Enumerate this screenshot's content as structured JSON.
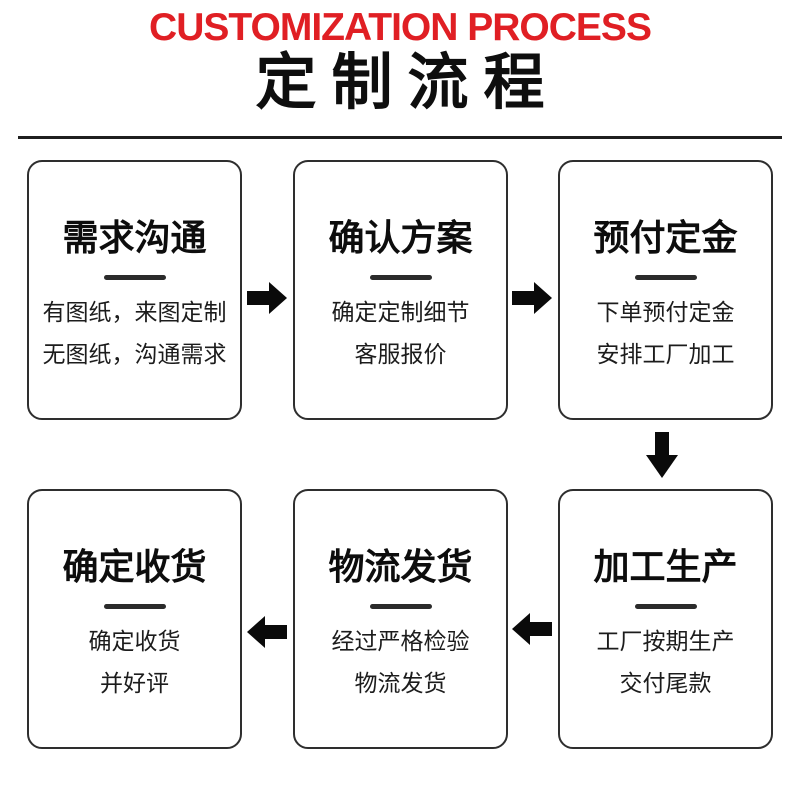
{
  "header": {
    "title_en": "CUSTOMIZATION PROCESS",
    "title_zh": "定制流程",
    "accent_color": "#e01f24"
  },
  "steps": [
    {
      "title": "需求沟通",
      "lines": [
        "有图纸，来图定制",
        "无图纸，沟通需求"
      ]
    },
    {
      "title": "确认方案",
      "lines": [
        "确定定制细节",
        "客服报价"
      ]
    },
    {
      "title": "预付定金",
      "lines": [
        "下单预付定金",
        "安排工厂加工"
      ]
    },
    {
      "title": "加工生产",
      "lines": [
        "工厂按期生产",
        "交付尾款"
      ]
    },
    {
      "title": "物流发货",
      "lines": [
        "经过严格检验",
        "物流发货"
      ]
    },
    {
      "title": "确定收货",
      "lines": [
        "确定收货",
        "并好评"
      ]
    }
  ],
  "arrows": [
    {
      "direction": "right"
    },
    {
      "direction": "right"
    },
    {
      "direction": "down"
    },
    {
      "direction": "left"
    },
    {
      "direction": "left"
    }
  ]
}
